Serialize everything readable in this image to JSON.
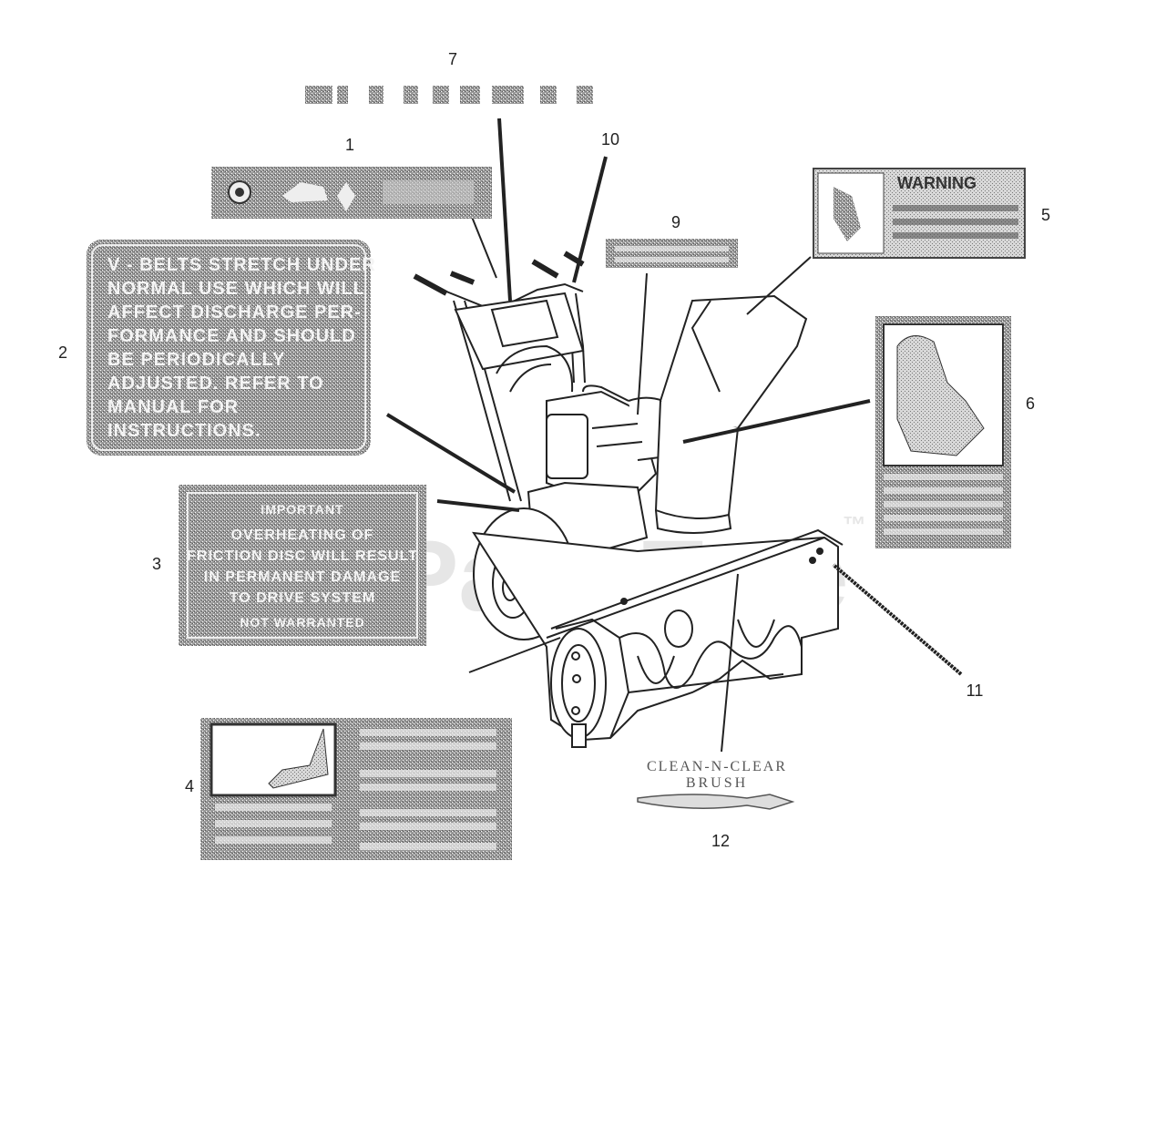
{
  "diagram": {
    "callouts": [
      {
        "id": "1",
        "label": "1"
      },
      {
        "id": "2",
        "label": "2"
      },
      {
        "id": "3",
        "label": "3"
      },
      {
        "id": "4",
        "label": "4"
      },
      {
        "id": "5",
        "label": "5"
      },
      {
        "id": "6",
        "label": "6"
      },
      {
        "id": "7",
        "label": "7"
      },
      {
        "id": "9",
        "label": "9"
      },
      {
        "id": "10",
        "label": "10"
      },
      {
        "id": "11",
        "label": "11"
      },
      {
        "id": "12",
        "label": "12"
      }
    ],
    "decal_2_lines": [
      "V - BELTS STRETCH UNDER",
      "NORMAL USE WHICH WILL",
      "AFFECT DISCHARGE PER-",
      "FORMANCE AND SHOULD",
      "BE PERIODICALLY",
      "ADJUSTED. REFER TO",
      "MANUAL FOR",
      "INSTRUCTIONS."
    ],
    "decal_3_lines": [
      "IMPORTANT",
      "OVERHEATING OF",
      "FRICTION DISC WILL RESULT",
      "IN PERMANENT DAMAGE",
      "TO DRIVE SYSTEM",
      "NOT WARRANTED"
    ],
    "decal_5_heading": "WARNING",
    "decal_12_lines": [
      "CLEAN-N-CLEAR",
      "BRUSH"
    ],
    "watermark": "PartsTree",
    "trademark": "™",
    "colors": {
      "ink": "#222222",
      "decal_fill": "#8a8a8a",
      "paper": "#ffffff"
    }
  }
}
